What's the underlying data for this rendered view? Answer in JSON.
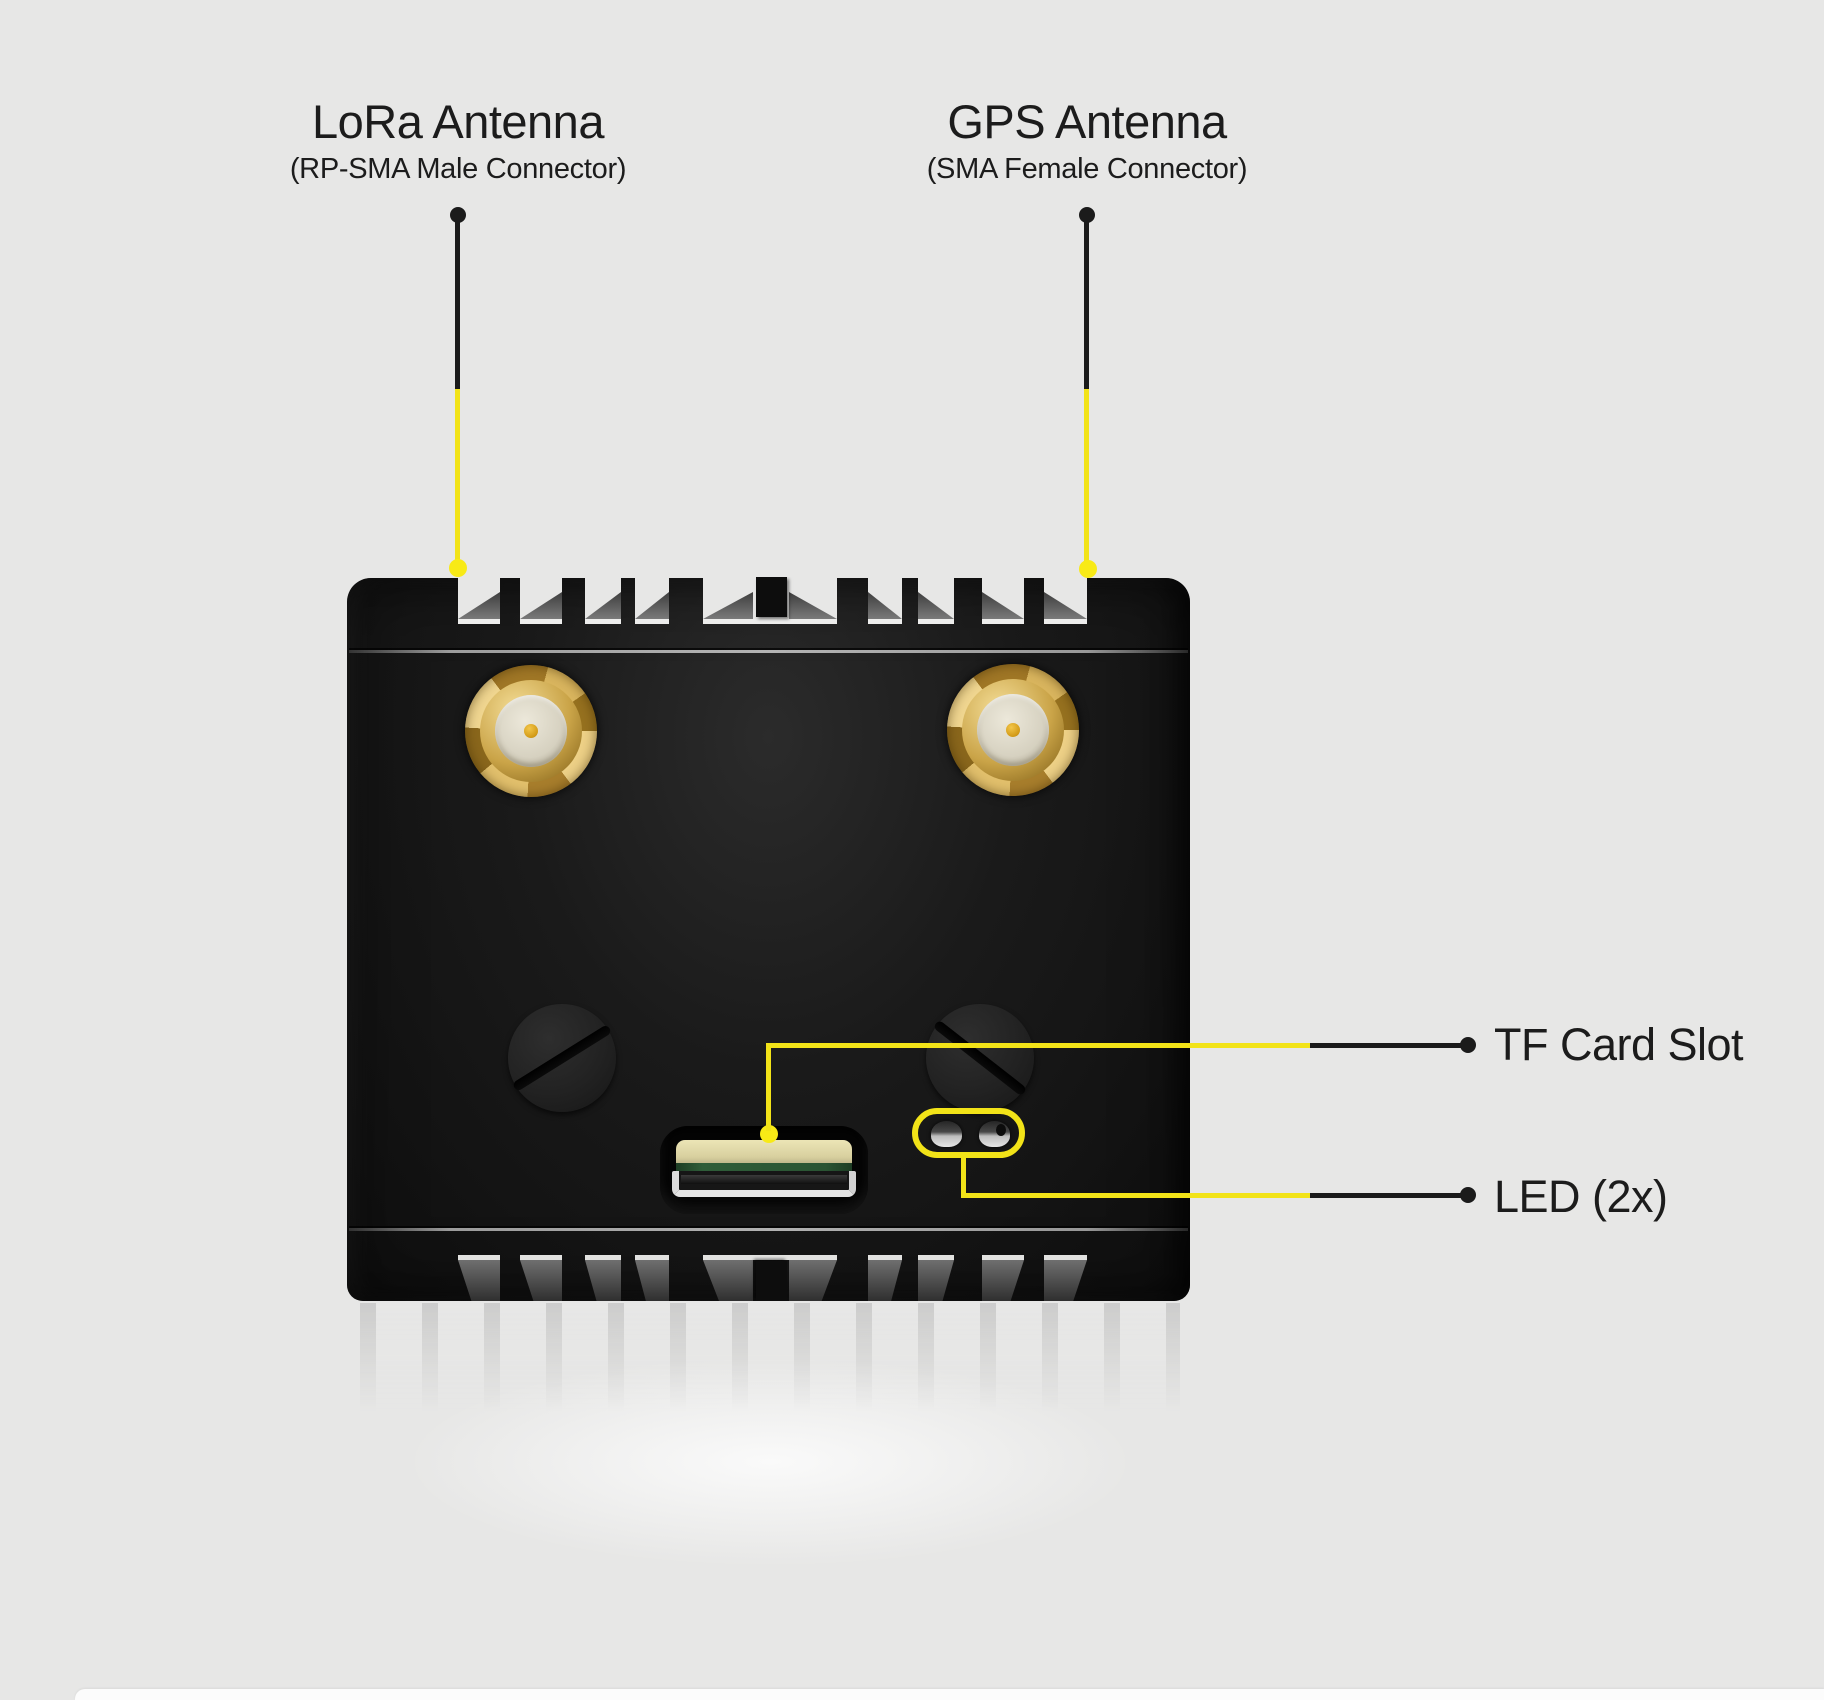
{
  "page": {
    "background_color": "#e7e7e6",
    "accent_color": "#f2e318",
    "line_color": "#1b1b1b",
    "text_color": "#1c1c1c"
  },
  "diagram": {
    "callouts": {
      "lora": {
        "title": "LoRa Antenna",
        "subtitle": "(RP-SMA Male Connector)"
      },
      "gps": {
        "title": "GPS Antenna",
        "subtitle": "(SMA Female Connector)"
      },
      "tf": {
        "label": "TF Card Slot"
      },
      "led": {
        "label": "LED (2x)"
      }
    }
  }
}
